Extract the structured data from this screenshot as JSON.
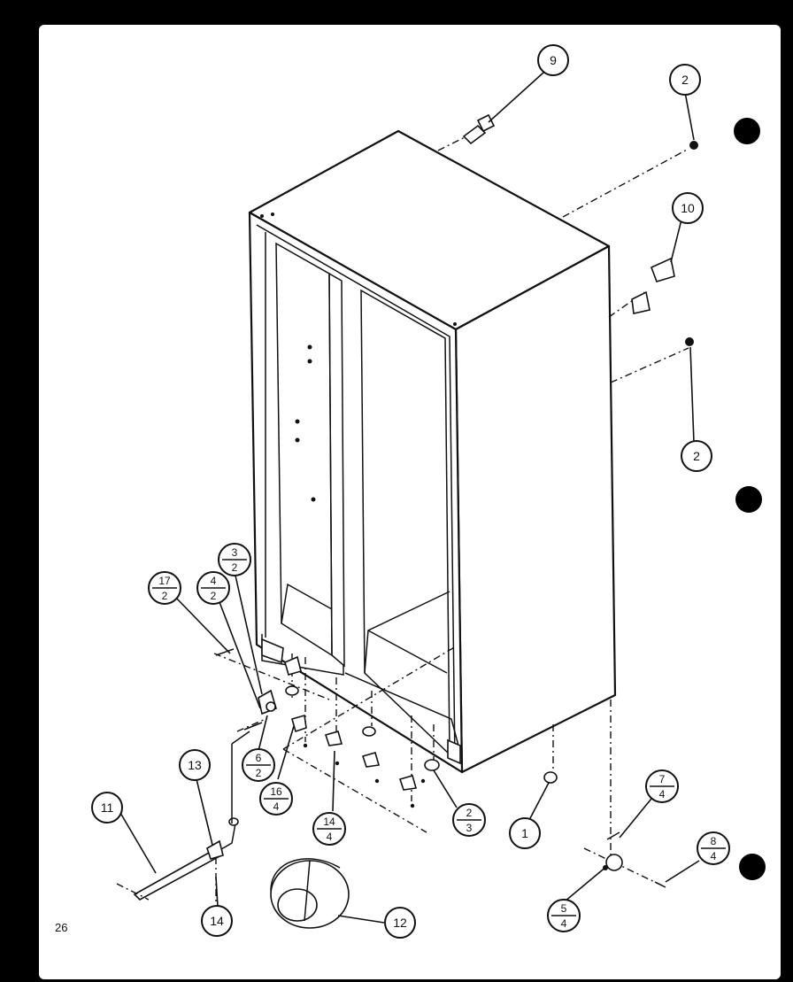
{
  "page_number": "26",
  "callouts": {
    "c9": "9",
    "c2a": "2",
    "c10": "10",
    "c2b": "2",
    "c3_2": {
      "top": "3",
      "bottom": "2"
    },
    "c17_2": {
      "top": "17",
      "bottom": "2"
    },
    "c4_2": {
      "top": "4",
      "bottom": "2"
    },
    "c6_2": {
      "top": "6",
      "bottom": "2"
    },
    "c16_4": {
      "top": "16",
      "bottom": "4"
    },
    "c14_4": {
      "top": "14",
      "bottom": "4"
    },
    "c2_3": {
      "top": "2",
      "bottom": "3"
    },
    "c1": "1",
    "c7_4": {
      "top": "7",
      "bottom": "4"
    },
    "c8_4": {
      "top": "8",
      "bottom": "4"
    },
    "c5_4": {
      "top": "5",
      "bottom": "4"
    },
    "c13": "13",
    "c11": "11",
    "c14": "14",
    "c12": "12"
  }
}
